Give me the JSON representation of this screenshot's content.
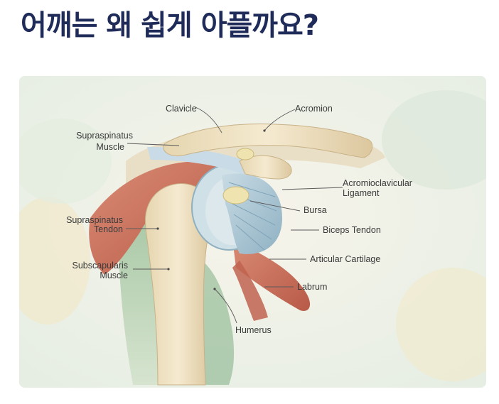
{
  "page": {
    "title": "어깨는 왜 쉽게 아플까요?"
  },
  "illustration": {
    "labels": {
      "clavicle": "Clavicle",
      "acromion": "Acromion",
      "supraspinatus_muscle_1": "Supraspinatus",
      "supraspinatus_muscle_2": "Muscle",
      "ac_ligament_1": "Acromioclavicular",
      "ac_ligament_2": "Ligament",
      "bursa": "Bursa",
      "supraspinatus_tendon_1": "Supraspinatus",
      "supraspinatus_tendon_2": "Tendon",
      "biceps_tendon": "Biceps Tendon",
      "articular_cartilage": "Articular Cartilage",
      "subscapularis_muscle_1": "Subscapularis",
      "subscapularis_muscle_2": "Muscle",
      "labrum": "Labrum",
      "humerus": "Humerus"
    },
    "colors": {
      "bone": "#efe3c4",
      "muscle_red": "#c9705c",
      "muscle_green": "#8fb598",
      "cartilage_blue": "#a9c6d3",
      "bursa_yellow": "#eee2a8"
    }
  }
}
